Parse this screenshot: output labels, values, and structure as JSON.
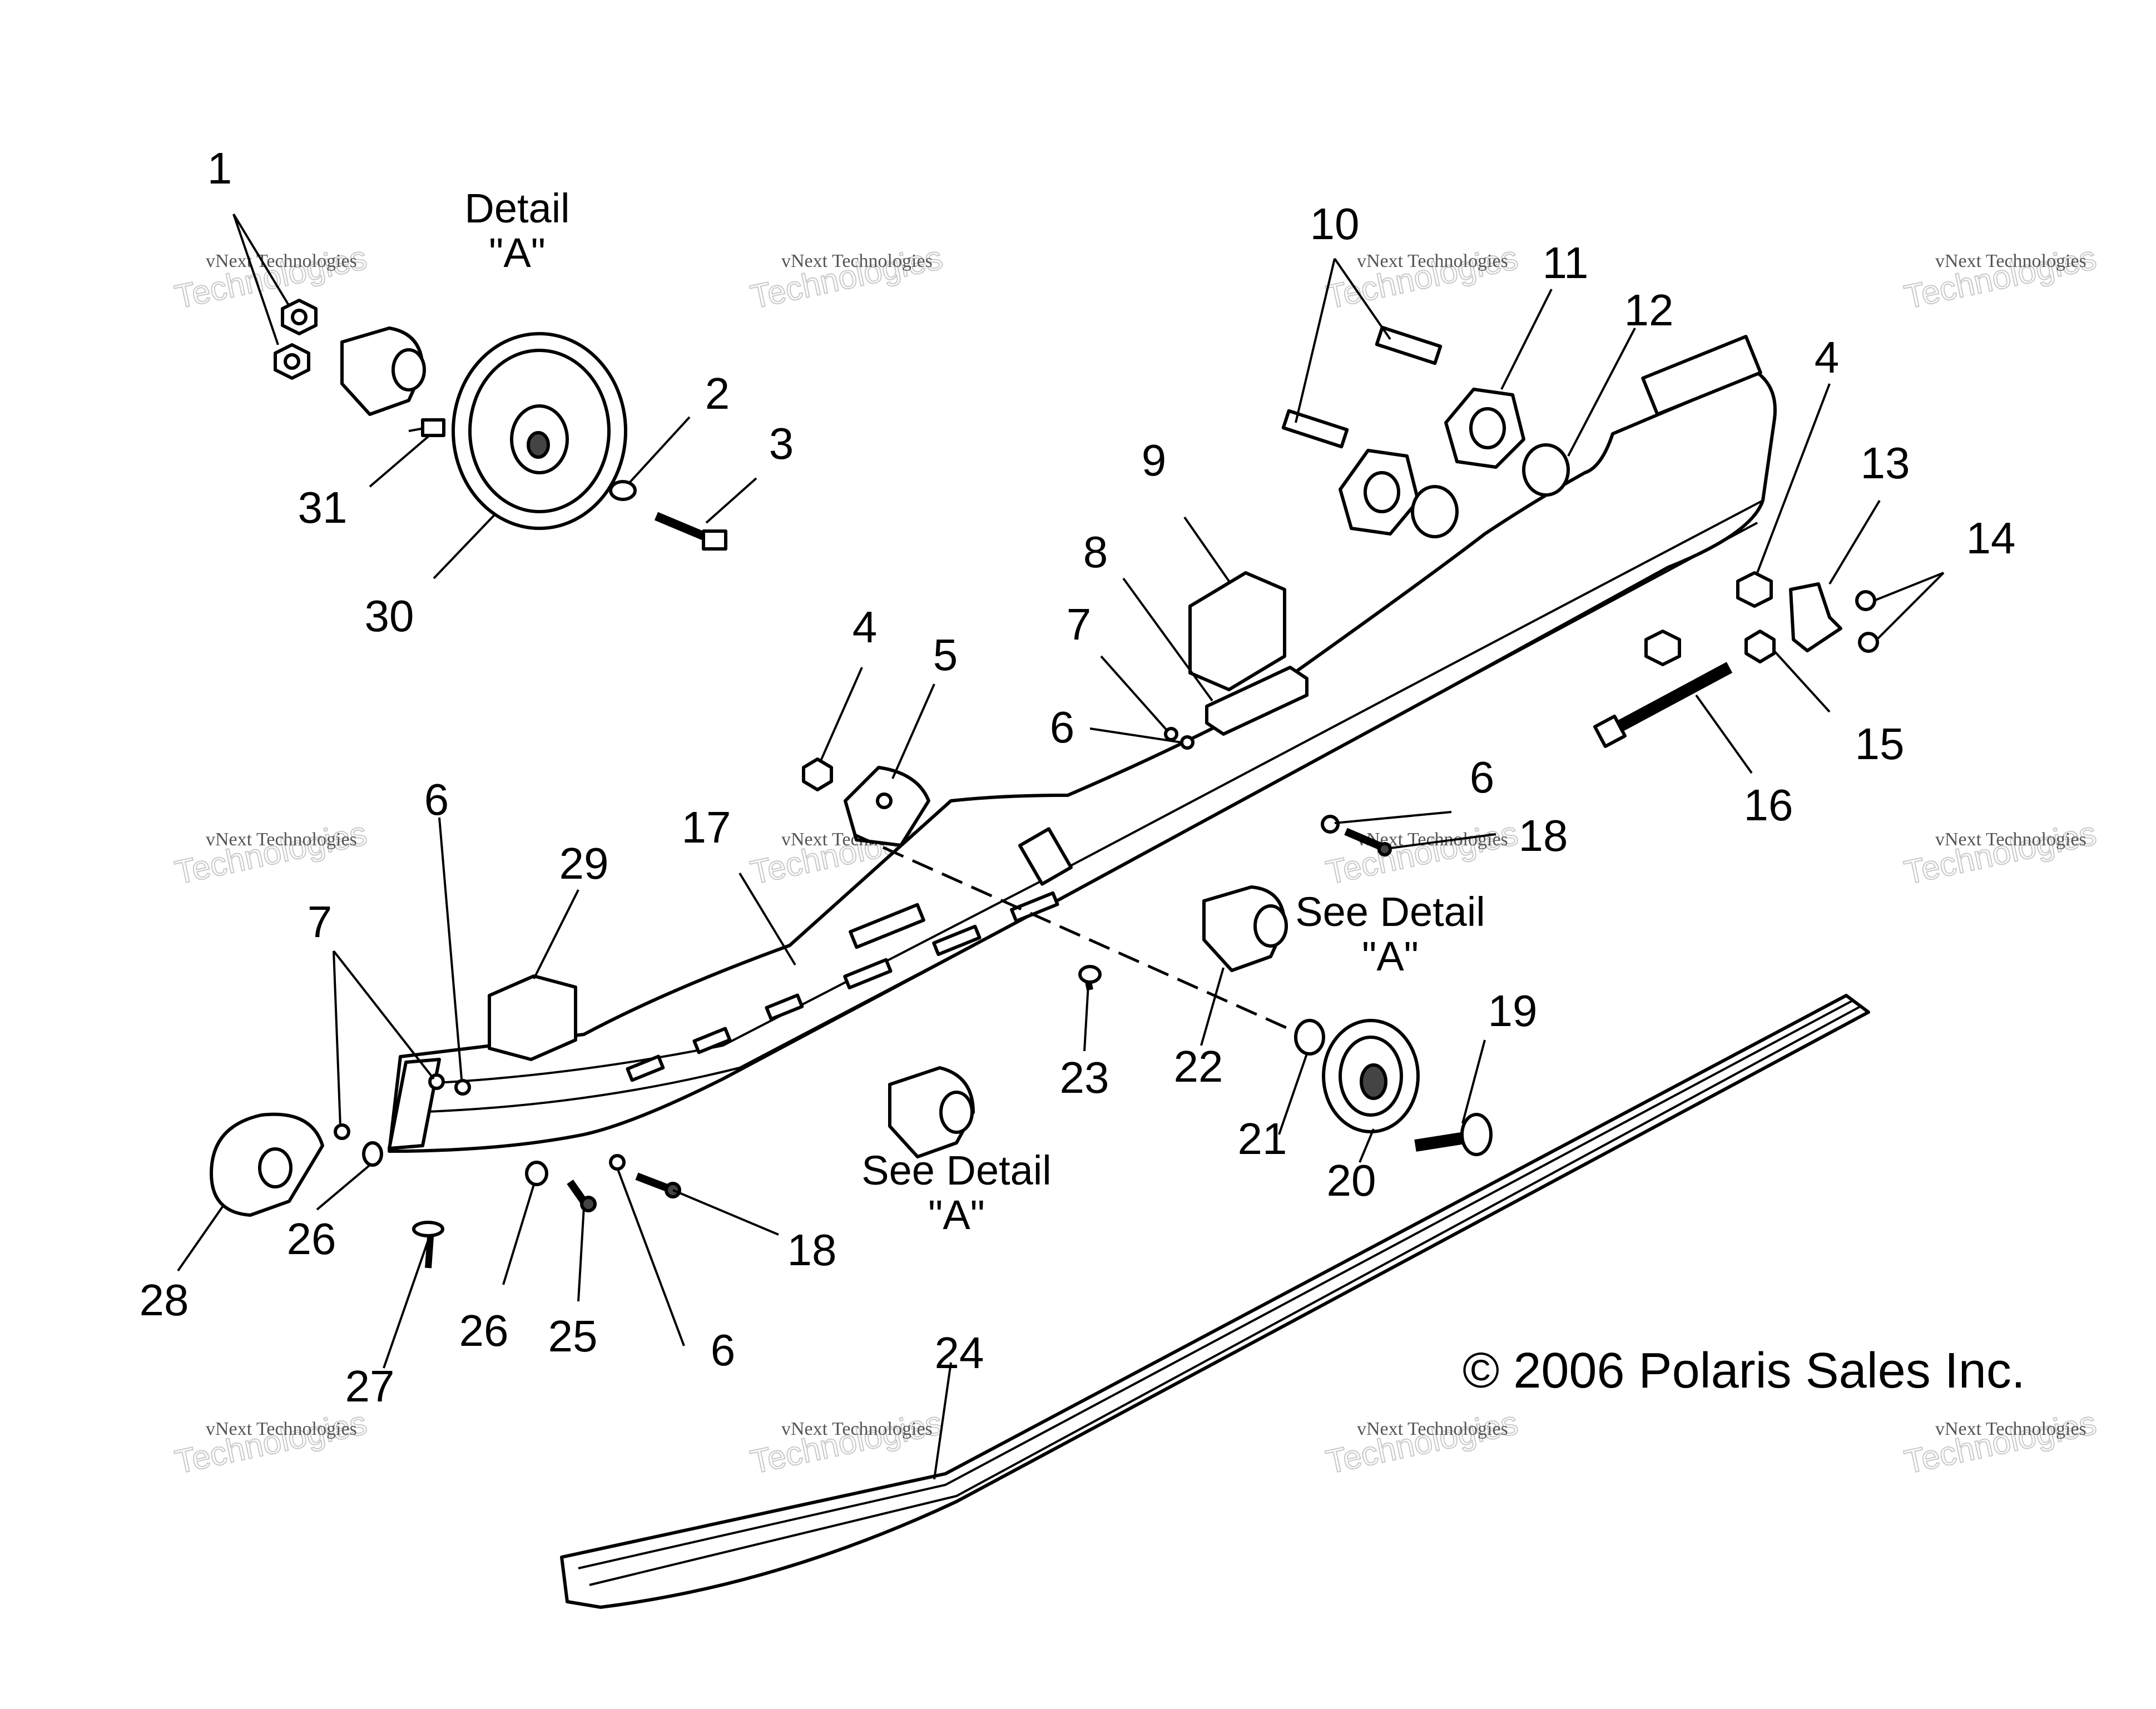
{
  "callouts": [
    {
      "text": "1"
    },
    {
      "text": "2"
    },
    {
      "text": "3"
    },
    {
      "text": "4"
    },
    {
      "text": "4"
    },
    {
      "text": "5"
    },
    {
      "text": "6"
    },
    {
      "text": "6"
    },
    {
      "text": "6"
    },
    {
      "text": "6"
    },
    {
      "text": "7"
    },
    {
      "text": "7"
    },
    {
      "text": "8"
    },
    {
      "text": "9"
    },
    {
      "text": "10"
    },
    {
      "text": "11"
    },
    {
      "text": "12"
    },
    {
      "text": "13"
    },
    {
      "text": "14"
    },
    {
      "text": "15"
    },
    {
      "text": "16"
    },
    {
      "text": "17"
    },
    {
      "text": "18"
    },
    {
      "text": "18"
    },
    {
      "text": "19"
    },
    {
      "text": "20"
    },
    {
      "text": "21"
    },
    {
      "text": "22"
    },
    {
      "text": "23"
    },
    {
      "text": "24"
    },
    {
      "text": "25"
    },
    {
      "text": "26"
    },
    {
      "text": "26"
    },
    {
      "text": "27"
    },
    {
      "text": "28"
    },
    {
      "text": "29"
    },
    {
      "text": "30"
    },
    {
      "text": "31"
    }
  ],
  "details": {
    "top_line1": "Detail",
    "top_line2": "\"A\"",
    "right_line1": "See Detail",
    "right_line2": "\"A\"",
    "bottom_line1": "See Detail",
    "bottom_line2": "\"A\""
  },
  "copyright": "© 2006 Polaris Sales Inc.",
  "watermark": {
    "line1": "vNext Technologies",
    "line2": "Technologies",
    "line3": "vNext"
  }
}
